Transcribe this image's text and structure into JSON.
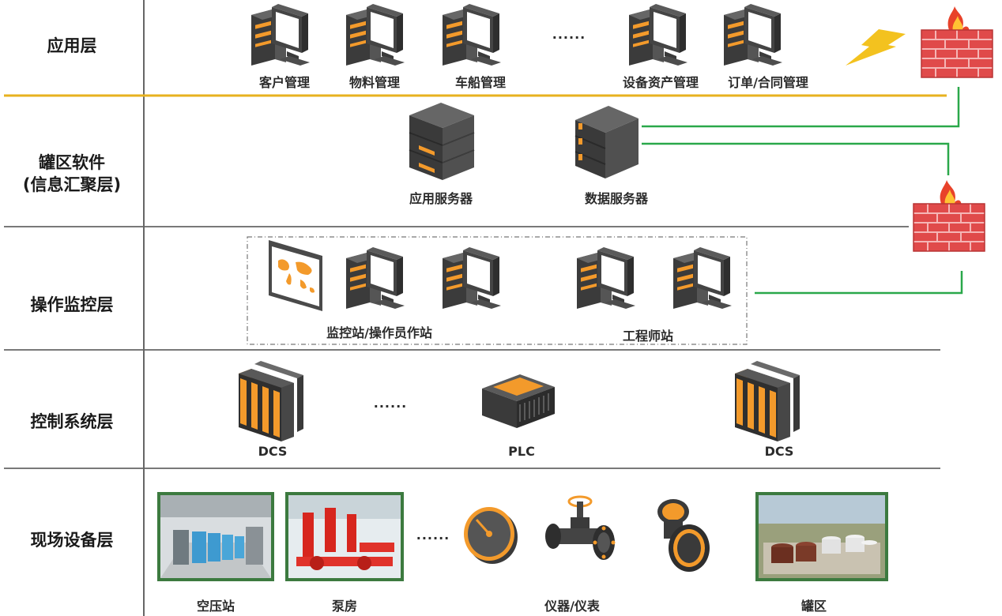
{
  "layers": {
    "app": "应用层",
    "software_line1": "罐区软件",
    "software_line2": "(信息汇聚层)",
    "operation": "操作监控层",
    "control": "控制系统层",
    "field": "现场设备层"
  },
  "app_layer": {
    "items": [
      "客户管理",
      "物料管理",
      "车船管理",
      "设备资产管理",
      "订单/合同管理"
    ],
    "ellipsis": "......"
  },
  "software_layer": {
    "app_server": "应用服务器",
    "data_server": "数据服务器"
  },
  "operation_layer": {
    "monitor_group": "监控站/操作员作站",
    "engineer_group": "工程师站"
  },
  "control_layer": {
    "dcs_left": "DCS",
    "plc": "PLC",
    "dcs_right": "DCS",
    "ellipsis": "......"
  },
  "field_layer": {
    "compressor": "空压站",
    "pump_room": "泵房",
    "instruments": "仪器/仪表",
    "tank_area": "罐区",
    "ellipsis": "......"
  },
  "colors": {
    "accent_orange": "#f39a2b",
    "device_dark": "#4a4a4a",
    "line_gray": "#666666",
    "line_yellow": "#e7b21f",
    "line_green": "#2aa84a",
    "firewall_red": "#e04a4a",
    "photo_border": "#3c7a3f"
  }
}
